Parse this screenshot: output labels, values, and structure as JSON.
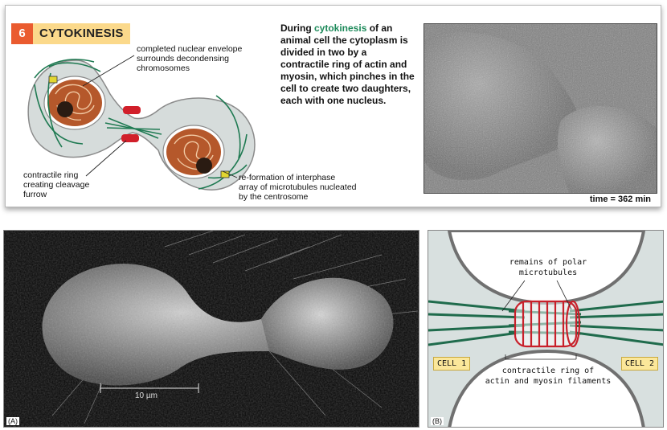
{
  "top": {
    "step_number": "6",
    "title": "CYTOKINESIS",
    "label_envelope": [
      "completed nuclear envelope",
      "surrounds decondensing",
      "chromosomes"
    ],
    "label_ring": [
      "contractile ring",
      "creating cleavage",
      "furrow"
    ],
    "label_microtubules": [
      "re-formation of interphase",
      "array of microtubules nucleated",
      "by the centrosome"
    ],
    "description_pre": "During ",
    "description_highlight": "cytokinesis",
    "description_post": " of an animal cell the cytoplasm is divided in two by a contractile ring of actin and myosin, which pinches in the cell to create two daughters, each with one nucleus.",
    "time_label": "time = 362 min"
  },
  "bottom_left": {
    "panel_tag": "(A)",
    "scale_label": "10 µm"
  },
  "bottom_right": {
    "panel_tag": "(B)",
    "label_polar": [
      "remains of polar",
      "microtubules"
    ],
    "cell1": "CELL 1",
    "cell2": "CELL 2",
    "label_ring": [
      "contractile ring of",
      "actin and myosin filaments"
    ]
  },
  "colors": {
    "badge_bg": "#fbd98b",
    "badge_num_bg": "#ea5b2f",
    "highlight": "#1d8a5a",
    "microtubule": "#1f7a52",
    "ring": "#d11f2a",
    "nucleus": "#b5582b",
    "cell_fill": "#d6dcdb"
  }
}
